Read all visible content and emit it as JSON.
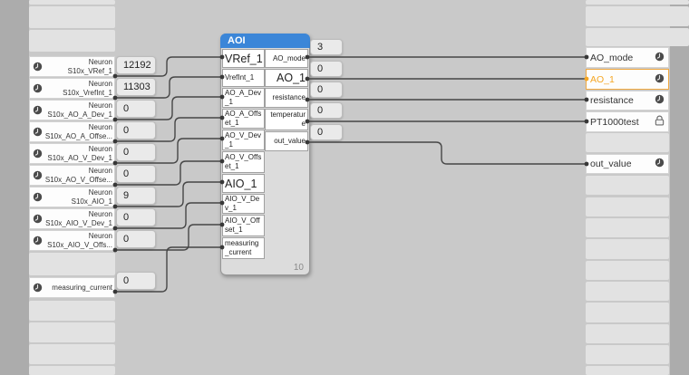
{
  "colors": {
    "accent_blue": "#3b86d8",
    "highlight_orange": "#f5a623",
    "wire": "#464646",
    "canvas": "#c9c9c9",
    "margin": "#acacac"
  },
  "aoi": {
    "title": "AOI",
    "badge": "10",
    "inputs": [
      "VRef_1",
      "VrefInt_1",
      "AO_A_Dev_1",
      "AO_A_Offset_1",
      "AO_V_Dev_1",
      "AO_V_Offset_1",
      "AIO_1",
      "AIO_V_Dev_1",
      "AIO_V_Offset_1",
      "measuring_current"
    ],
    "outputs": [
      "AO_mode",
      "AO_1",
      "resistance",
      "temperature",
      "out_value"
    ],
    "output_values": [
      "3",
      "0",
      "0",
      "0",
      "0"
    ]
  },
  "left_nodes": [
    {
      "line1": "Neuron",
      "line2": "S10x_VRef_1",
      "value": "12192",
      "icon": "clock"
    },
    {
      "line1": "Neuron",
      "line2": "S10x_VrefInt_1",
      "value": "11303",
      "icon": "clock"
    },
    {
      "line1": "Neuron",
      "line2": "S10x_AO_A_Dev_1",
      "value": "0",
      "icon": "clock"
    },
    {
      "line1": "Neuron",
      "line2": "S10x_AO_A_Offse...",
      "value": "0",
      "icon": "clock"
    },
    {
      "line1": "Neuron",
      "line2": "S10x_AO_V_Dev_1",
      "value": "0",
      "icon": "clock"
    },
    {
      "line1": "Neuron",
      "line2": "S10x_AO_V_Offse...",
      "value": "0",
      "icon": "clock"
    },
    {
      "line1": "Neuron",
      "line2": "S10x_AIO_1",
      "value": "9",
      "icon": "clock"
    },
    {
      "line1": "Neuron",
      "line2": "S10x_AIO_V_Dev_1",
      "value": "0",
      "icon": "clock"
    },
    {
      "line1": "Neuron",
      "line2": "S10x_AIO_V_Offs...",
      "value": "0",
      "icon": "clock"
    },
    {
      "line1": "",
      "line2": "measuring_current",
      "value": "0",
      "icon": "clock"
    }
  ],
  "right_nodes": [
    {
      "label": "AO_mode",
      "icon": "clock",
      "highlight": false
    },
    {
      "label": "AO_1",
      "icon": "clock",
      "highlight": true
    },
    {
      "label": "resistance",
      "icon": "clock",
      "highlight": false
    },
    {
      "label": "PT1000test",
      "icon": "lock",
      "highlight": false
    },
    {
      "label": "out_value",
      "icon": "clock",
      "highlight": false
    }
  ],
  "connections": [
    {
      "from": "S10x_VRef_1",
      "to": "VRef_1"
    },
    {
      "from": "S10x_VrefInt_1",
      "to": "VrefInt_1"
    },
    {
      "from": "S10x_AO_A_Dev_1",
      "to": "AO_A_Dev_1"
    },
    {
      "from": "S10x_AO_A_Offset_1",
      "to": "AO_A_Offset_1"
    },
    {
      "from": "S10x_AO_V_Dev_1",
      "to": "AO_V_Dev_1"
    },
    {
      "from": "S10x_AO_V_Offset_1",
      "to": "AO_V_Offset_1"
    },
    {
      "from": "S10x_AIO_1",
      "to": "AIO_1"
    },
    {
      "from": "S10x_AIO_V_Dev_1",
      "to": "AIO_V_Dev_1"
    },
    {
      "from": "S10x_AIO_V_Offset_1",
      "to": "AIO_V_Offset_1"
    },
    {
      "from": "measuring_current",
      "to": "measuring_current"
    },
    {
      "from": "AO_mode",
      "to": "AO_mode"
    },
    {
      "from": "AO_1",
      "to": "AO_1"
    },
    {
      "from": "resistance",
      "to": "resistance"
    },
    {
      "from": "temperature",
      "to": "PT1000test"
    },
    {
      "from": "out_value",
      "to": "out_value"
    }
  ]
}
